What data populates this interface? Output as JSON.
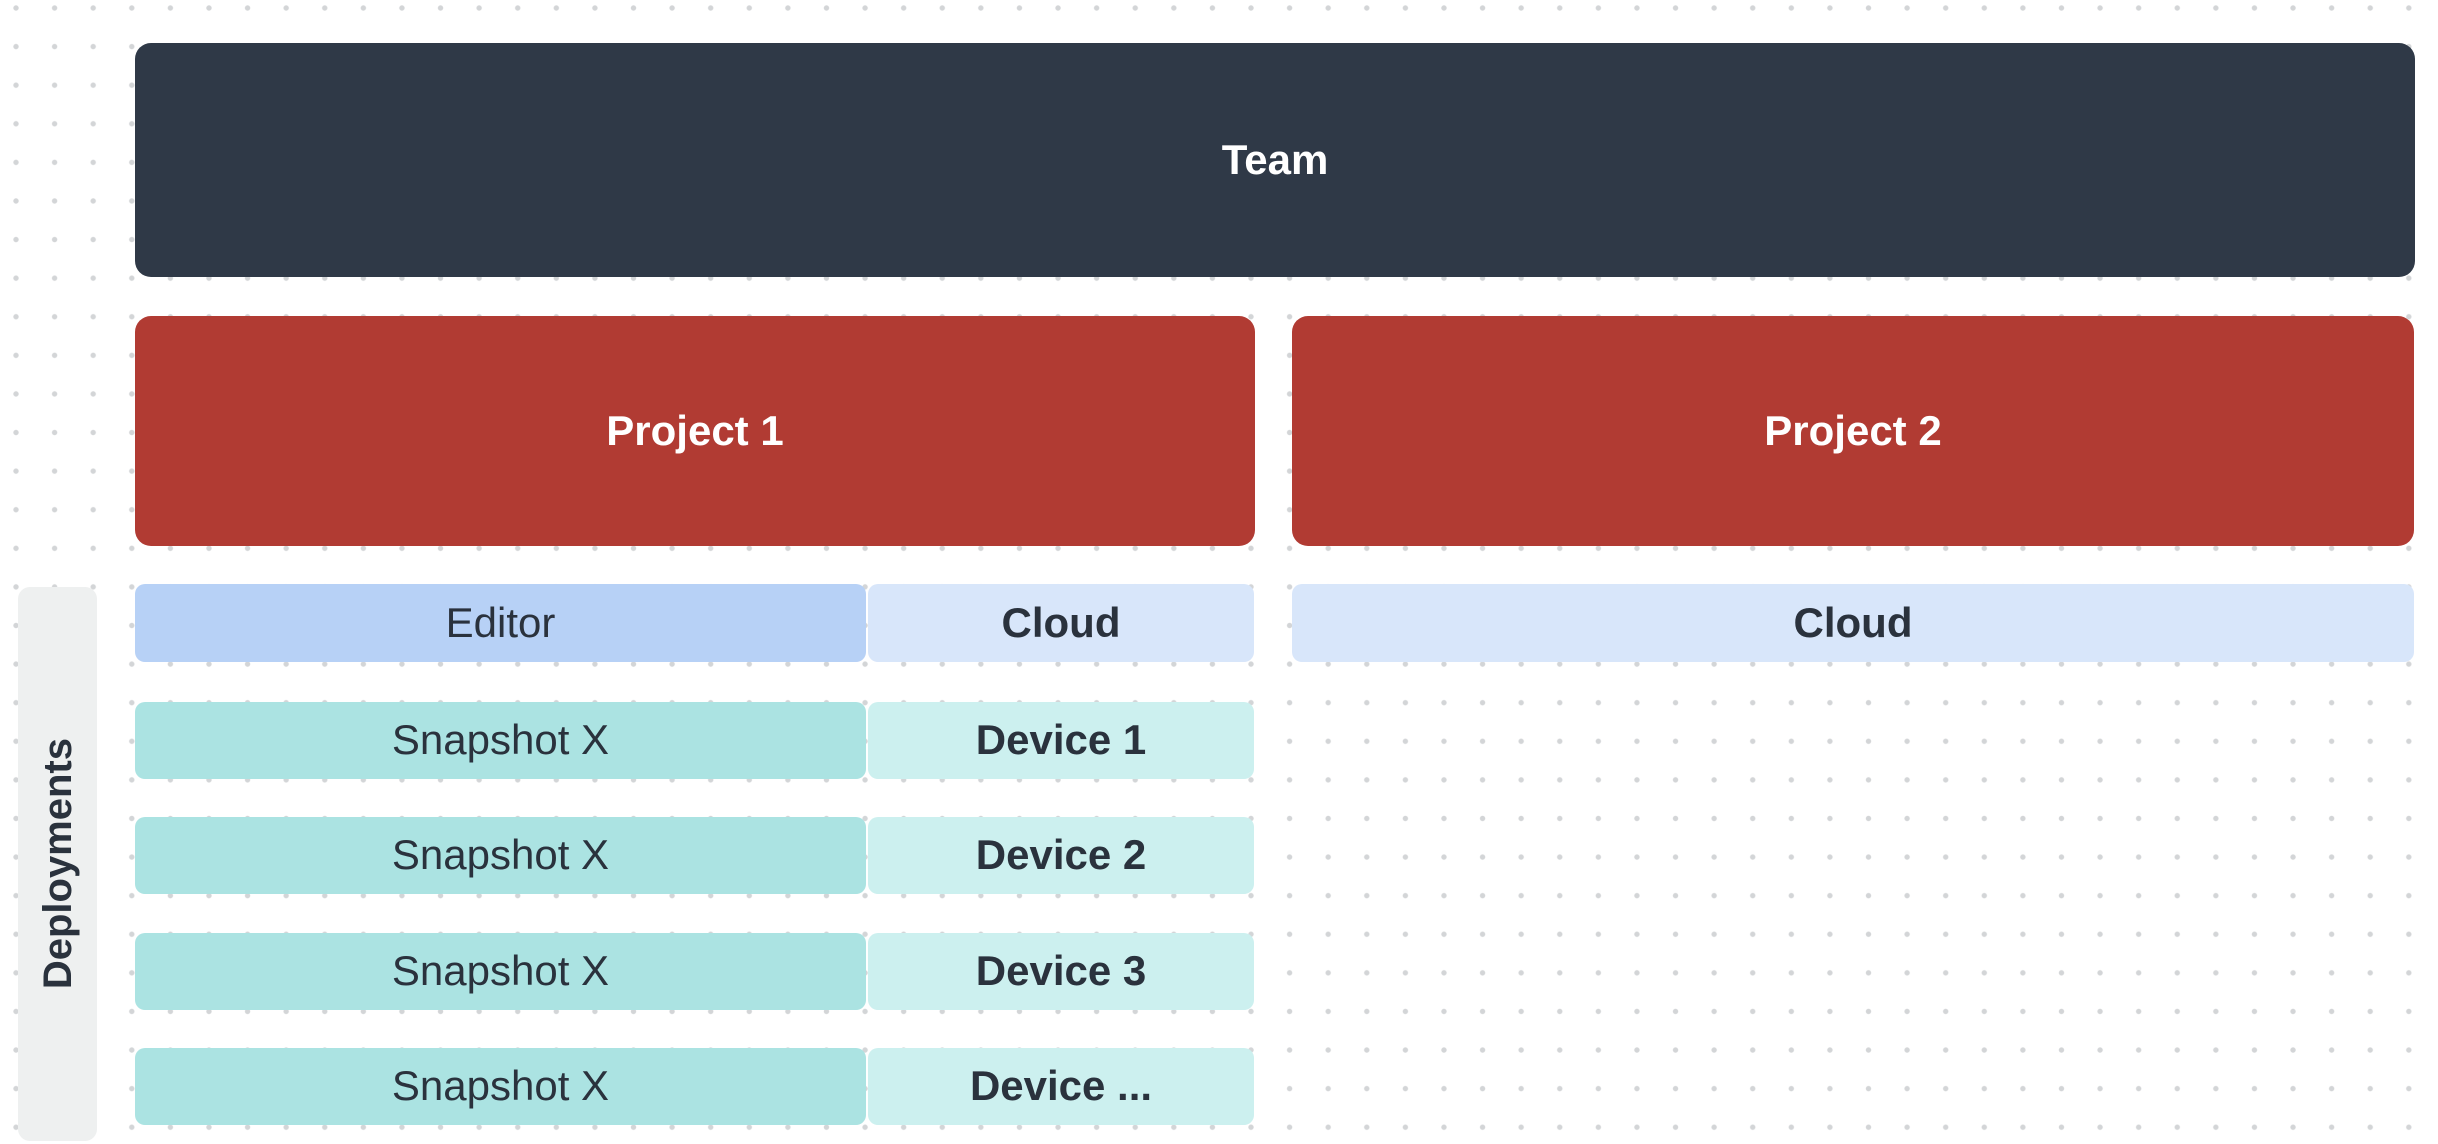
{
  "diagram": {
    "team": {
      "label": "Team"
    },
    "projects": [
      {
        "label": "Project 1"
      },
      {
        "label": "Project 2"
      }
    ],
    "deployments": {
      "label": "Deployments"
    },
    "project1_headers": {
      "editor": "Editor",
      "cloud": "Cloud"
    },
    "project2_headers": {
      "cloud": "Cloud"
    },
    "rows": [
      {
        "snapshot": "Snapshot X",
        "device": "Device 1"
      },
      {
        "snapshot": "Snapshot X",
        "device": "Device 2"
      },
      {
        "snapshot": "Snapshot X",
        "device": "Device 3"
      },
      {
        "snapshot": "Snapshot X",
        "device": "Device ..."
      }
    ]
  },
  "colors": {
    "canvas_bg": "#ffffff",
    "dot": "#d3d5d7",
    "team_bg": "#2f3947",
    "project_bg": "#b13b33",
    "editor_bg": "#b7d1f6",
    "cloud_bg": "#d8e6fa",
    "snapshot_bg": "#abe3e2",
    "device_bg": "#ccf0ef",
    "sidebar_bg": "#eef0f0",
    "ink": "#2a323d",
    "label_light": "#ffffff"
  }
}
